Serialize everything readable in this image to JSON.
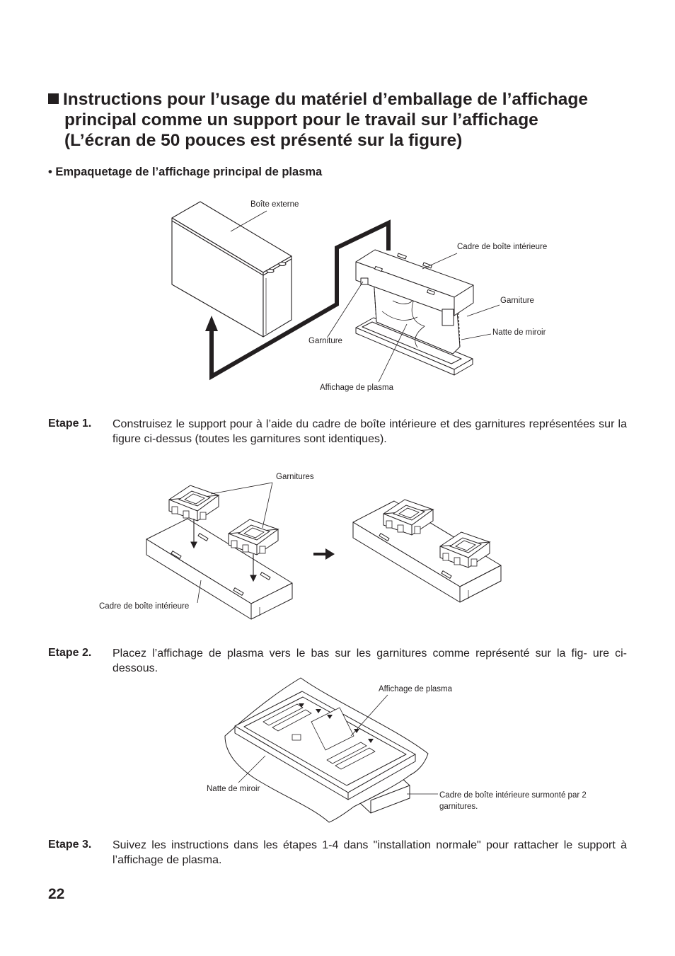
{
  "title": {
    "line1": "Instructions pour l’usage du matériel d’emballage de l’affichage",
    "line2": "principal comme un support pour le travail sur l’affichage",
    "line3": "(L’écran de 50 pouces est présenté sur la figure)"
  },
  "subtitle": "• Empaquetage de l’affichage principal de plasma",
  "figure1": {
    "outer_box": "Boîte externe",
    "inner_frame": "Cadre de boîte intérieure",
    "cushion_right": "Garniture",
    "mirror_mat": "Natte de miroir",
    "cushion_left": "Garniture",
    "plasma_display": "Affichage de plasma"
  },
  "step1": {
    "label": "Etape 1.",
    "text": "Construisez le support pour à l’aide du cadre de boîte intérieure et des garnitures représentées sur la figure ci-dessus (toutes les garnitures sont identiques)."
  },
  "figure2": {
    "cushions": "Garnitures",
    "inner_frame": "Cadre de boîte intérieure"
  },
  "step2": {
    "label": "Etape 2.",
    "text": "Placez l’affichage de plasma vers le bas sur les garnitures comme représenté sur la fig- ure ci-dessous."
  },
  "figure3": {
    "plasma_display": "Affichage de plasma",
    "mirror_mat": "Natte de miroir",
    "frame_with_cushions": "Cadre de boîte intérieure surmonté par 2 garnitures."
  },
  "step3": {
    "label": "Etape 3.",
    "text": "Suivez les instructions dans les étapes 1-4 dans \"installation normale\" pour rattacher le support à l’affichage de plasma."
  },
  "page_number": "22"
}
